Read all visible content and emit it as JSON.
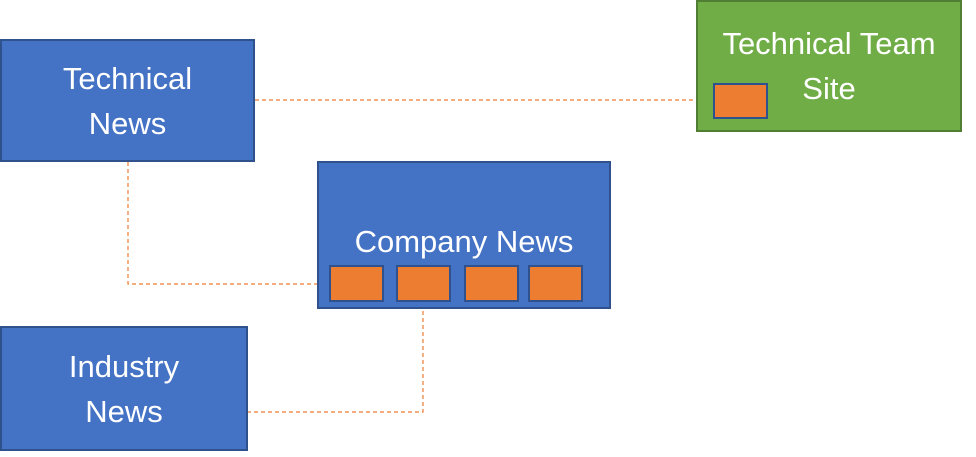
{
  "nodes": {
    "technical_news": {
      "label": "Technical\nNews"
    },
    "technical_team_site": {
      "label": "Technical Team\nSite"
    },
    "company_news": {
      "label": "Company News"
    },
    "industry_news": {
      "label": "Industry\nNews"
    }
  },
  "colors": {
    "box_blue": "#4472C4",
    "box_green": "#70AD47",
    "box_border": "#2F528F",
    "slot_orange": "#ED7D31",
    "connector": "#ED7D31"
  }
}
